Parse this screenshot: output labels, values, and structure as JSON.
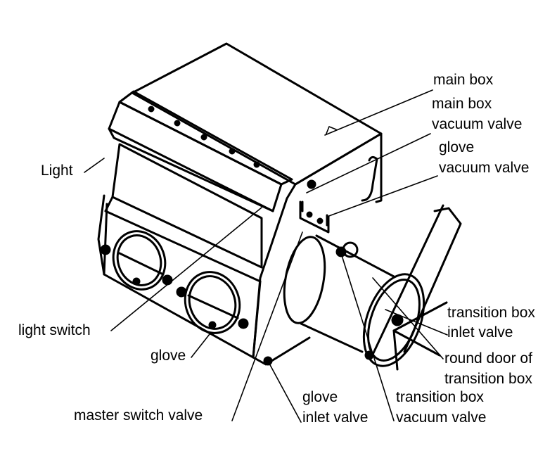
{
  "labels": {
    "main_box": "main box",
    "main_box_vacuum_valve": [
      "main box",
      "vacuum valve"
    ],
    "glove_vacuum_valve": [
      "glove",
      "vacuum valve"
    ],
    "light": "Light",
    "light_switch": "light switch",
    "glove": "glove",
    "master_switch_valve": "master switch valve",
    "glove_inlet_valve": [
      "glove",
      "inlet valve"
    ],
    "transition_box_inlet_valve": [
      "transition box",
      "inlet valve"
    ],
    "round_door": [
      "round door of",
      "transition box"
    ],
    "transition_box_vacuum_valve": [
      "transition box",
      "vacuum valve"
    ]
  }
}
